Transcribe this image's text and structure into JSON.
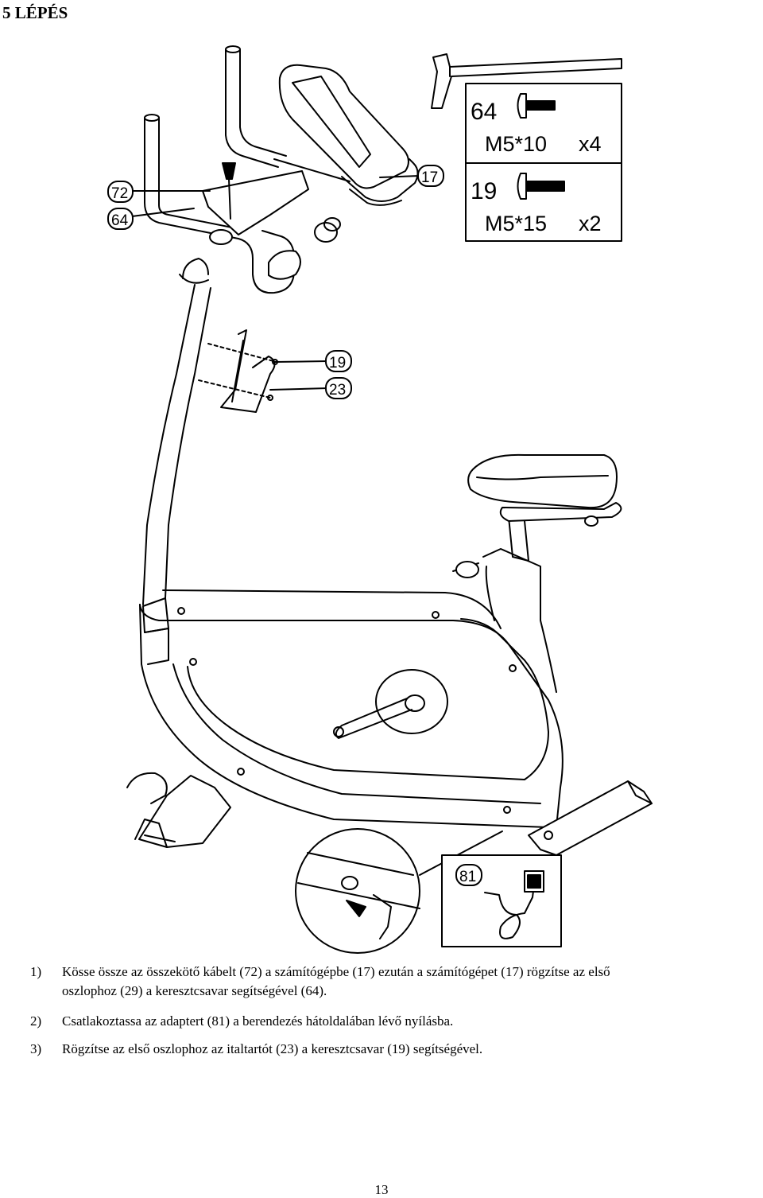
{
  "title": "5 LÉPÉS",
  "hardware": [
    {
      "part": "64",
      "size": "M5*10",
      "qty": "x4"
    },
    {
      "part": "19",
      "size": "M5*15",
      "qty": "x2"
    }
  ],
  "callouts": {
    "c72": "72",
    "c64": "64",
    "c17": "17",
    "c19": "19",
    "c23": "23",
    "c81": "81"
  },
  "steps": [
    {
      "num": "1)",
      "lines": [
        "Kösse össze az összekötő kábelt (72) a számítógépbe (17) ezután a számítógépet (17) rögzítse az első",
        "oszlophoz (29) a keresztcsavar segítségével (64)."
      ]
    },
    {
      "num": "2)",
      "lines": [
        "Csatlakoztassa az adaptert (81) a berendezés hátoldalában lévő nyílásba."
      ]
    },
    {
      "num": "3)",
      "lines": [
        "Rögzítse az első oszlophoz az italtartót (23) a keresztcsavar (19) segítségével."
      ]
    }
  ],
  "page_number": "13"
}
